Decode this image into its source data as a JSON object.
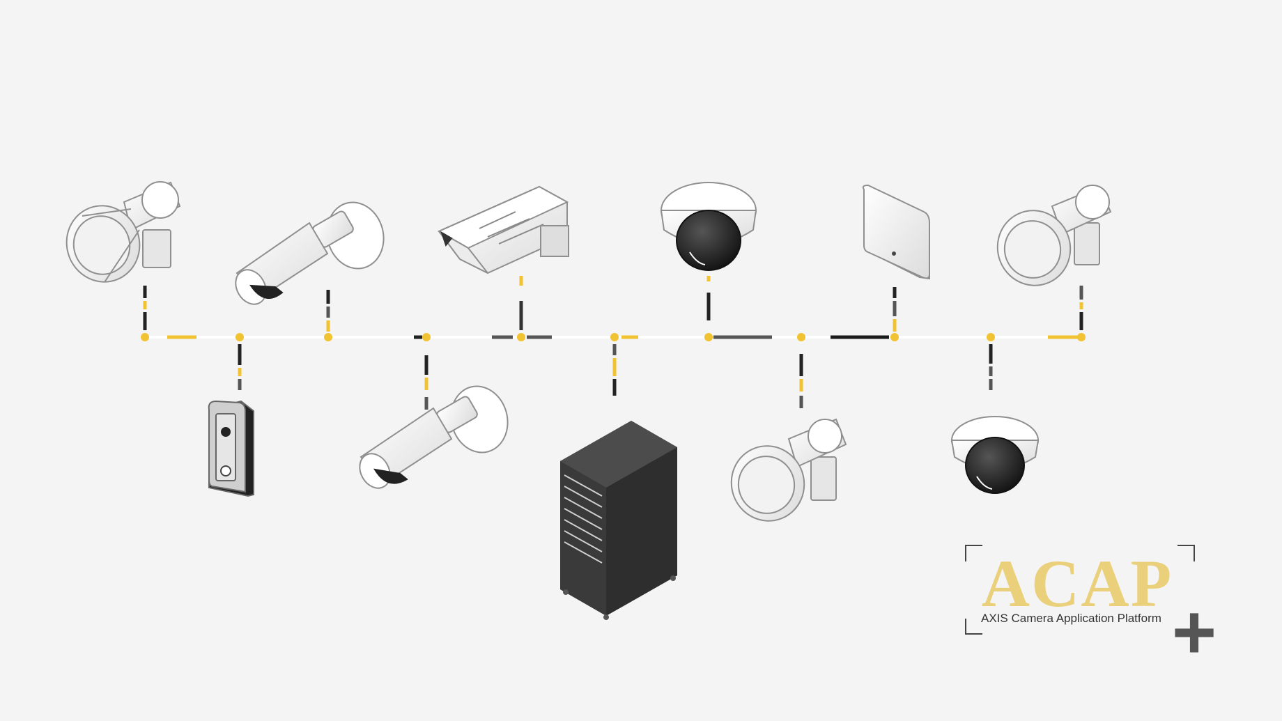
{
  "logo": {
    "word": "ACAP",
    "subtitle": "AXIS Camera Application Platform",
    "plus": "+"
  },
  "colors": {
    "background": "#f4f4f4",
    "accent": "#f1c232",
    "logo_word": "#ead07a",
    "dark": "#2b2b2b",
    "rack": "#3a3a3a",
    "device": "#ffffff",
    "device_outline": "#9a9a9a",
    "plus": "#555555"
  },
  "network": {
    "backbone": "horizontal-dashed-line",
    "nodes_top": [
      "horn-speaker",
      "bullet-camera",
      "box-camera-housing",
      "dome-camera",
      "access-control-panel",
      "horn-speaker"
    ],
    "nodes_bottom": [
      "door-station",
      "bullet-camera",
      "server-rack",
      "horn-speaker",
      "dome-camera"
    ]
  }
}
